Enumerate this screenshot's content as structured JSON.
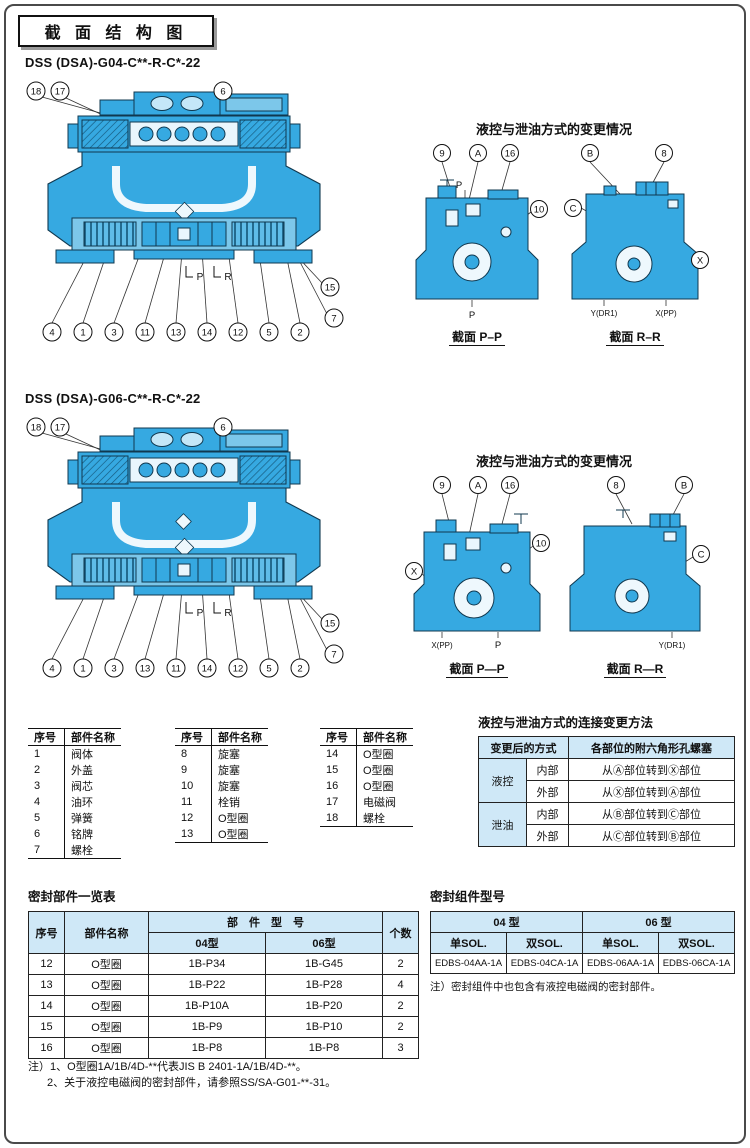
{
  "page": {
    "title_box": "截 面 结 构 图",
    "footnote1": "注）1、O型圈1A/1B/4D-**代表JIS B 2401-1A/1B/4D-**。",
    "footnote2": "2、关于液控电磁阀的密封部件，请参照SS/SA-G01-**-31。"
  },
  "sec1": {
    "model": "DSS (DSA)-G04-C**-R-C*-22",
    "side_title": "液控与泄油方式的变更情况",
    "main": {
      "top": [
        "18",
        "17",
        "6"
      ],
      "right": [
        "15",
        "7"
      ],
      "bottom": [
        "4",
        "1",
        "3",
        "11",
        "13",
        "14",
        "12",
        "5",
        "2"
      ],
      "port_left": "P",
      "port_right": "R"
    },
    "pp": {
      "c1": "9",
      "c2": "A",
      "c3": "16",
      "side": "10",
      "label_top": "P",
      "label_bottom": "P",
      "caption": "截面 P–P"
    },
    "rr": {
      "c1": "B",
      "c2": "8",
      "left": "C",
      "right": "X",
      "label_bl": "Y(DR1)",
      "label_br": "X(PP)",
      "caption": "截面 R–R"
    }
  },
  "sec2": {
    "model": "DSS (DSA)-G06-C**-R-C*-22",
    "side_title": "液控与泄油方式的变更情况",
    "main": {
      "top": [
        "18",
        "17",
        "6"
      ],
      "right": [
        "15",
        "7"
      ],
      "bottom": [
        "4",
        "1",
        "3",
        "13",
        "11",
        "14",
        "12",
        "5",
        "2"
      ],
      "port_left": "P",
      "port_right": "R"
    },
    "pp": {
      "c1": "9",
      "c2": "A",
      "c3": "16",
      "side": "10",
      "left": "X",
      "label_bl": "X(PP)",
      "label_br": "P",
      "caption": "截面 P—P"
    },
    "rr": {
      "c1": "8",
      "c2": "B",
      "right": "C",
      "label_br": "Y(DR1)",
      "caption": "截面 R—R"
    }
  },
  "parts": {
    "header_no": "序号",
    "header_name": "部件名称",
    "group1": [
      [
        "1",
        "阀体"
      ],
      [
        "2",
        "外盖"
      ],
      [
        "3",
        "阀芯"
      ],
      [
        "4",
        "油环"
      ],
      [
        "5",
        "弹簧"
      ],
      [
        "6",
        "铭牌"
      ],
      [
        "7",
        "螺栓"
      ]
    ],
    "group2": [
      [
        "8",
        "旋塞"
      ],
      [
        "9",
        "旋塞"
      ],
      [
        "10",
        "旋塞"
      ],
      [
        "11",
        "栓销"
      ],
      [
        "12",
        "O型圈"
      ],
      [
        "13",
        "O型圈"
      ]
    ],
    "group3": [
      [
        "14",
        "O型圈"
      ],
      [
        "15",
        "O型圈"
      ],
      [
        "16",
        "O型圈"
      ],
      [
        "17",
        "电磁阀"
      ],
      [
        "18",
        "螺栓"
      ]
    ]
  },
  "change": {
    "title": "液控与泄油方式的连接变更方法",
    "h_left": "变更后的方式",
    "h_right": "各部位的附六角形孔螺塞",
    "g1": "液控",
    "g2": "泄油",
    "rows": [
      [
        "内部",
        "从Ⓐ部位转到Ⓧ部位"
      ],
      [
        "外部",
        "从Ⓧ部位转到Ⓐ部位"
      ],
      [
        "内部",
        "从Ⓑ部位转到Ⓒ部位"
      ],
      [
        "外部",
        "从Ⓒ部位转到Ⓑ部位"
      ]
    ]
  },
  "seal": {
    "title": "密封部件一览表",
    "h_no": "序号",
    "h_name": "部件名称",
    "h_model": "部　件　型　号",
    "h_04": "04型",
    "h_06": "06型",
    "h_qty": "个数",
    "rows": [
      [
        "12",
        "O型圈",
        "1B-P34",
        "1B-G45",
        "2"
      ],
      [
        "13",
        "O型圈",
        "1B-P22",
        "1B-P28",
        "4"
      ],
      [
        "14",
        "O型圈",
        "1B-P10A",
        "1B-P20",
        "2"
      ],
      [
        "15",
        "O型圈",
        "1B-P9",
        "1B-P10",
        "2"
      ],
      [
        "16",
        "O型圈",
        "1B-P8",
        "1B-P8",
        "3"
      ]
    ]
  },
  "kit": {
    "title": "密封组件型号",
    "h_04": "04 型",
    "h_06": "06 型",
    "sub": [
      "单SOL.",
      "双SOL.",
      "单SOL.",
      "双SOL."
    ],
    "values": [
      "EDBS-04AA-1A",
      "EDBS-04CA-1A",
      "EDBS-06AA-1A",
      "EDBS-06CA-1A"
    ],
    "note": "注）密封组件中也包含有液控电磁阀的密封部件。"
  }
}
